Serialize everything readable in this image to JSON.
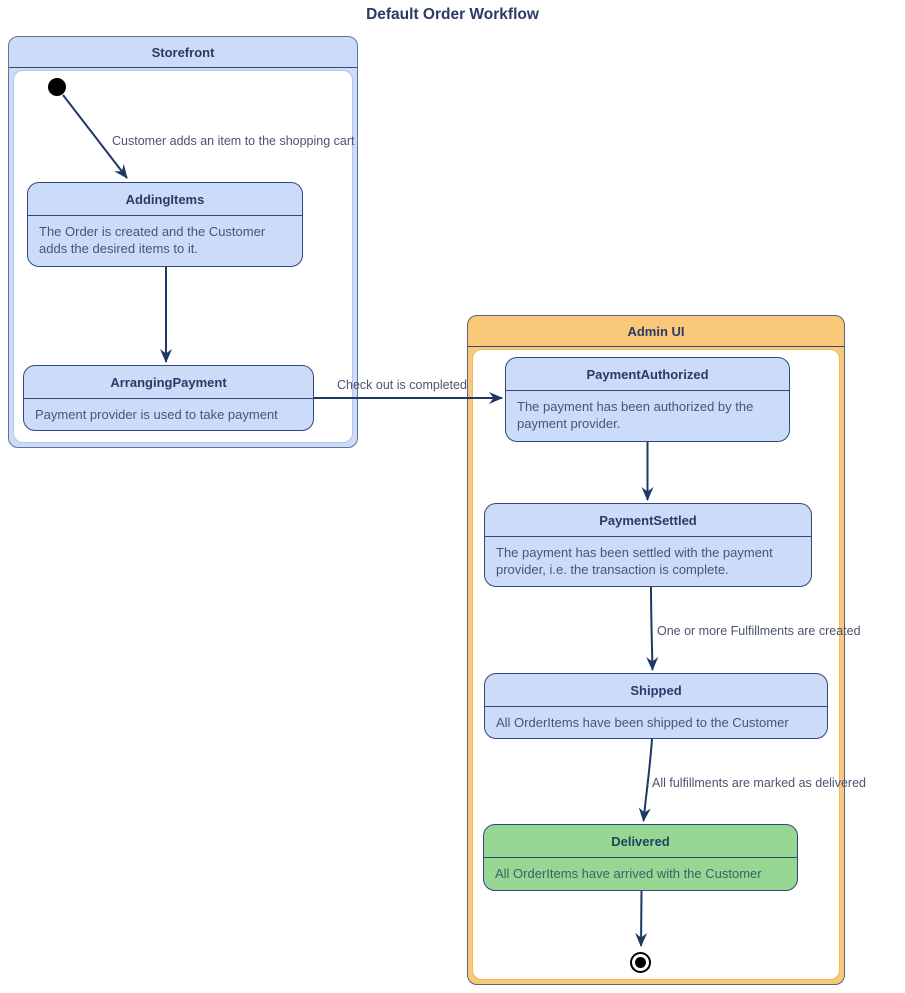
{
  "diagram": {
    "title": "Default Order Workflow",
    "type": "state-diagram"
  },
  "containers": {
    "storefront": {
      "label": "Storefront"
    },
    "admin_ui": {
      "label": "Admin UI"
    }
  },
  "states": {
    "adding_items": {
      "name": "AddingItems",
      "description": "The Order is created and the Customer adds the desired items to it."
    },
    "arranging_payment": {
      "name": "ArrangingPayment",
      "description": "Payment provider is used to take payment"
    },
    "payment_authorized": {
      "name": "PaymentAuthorized",
      "description": "The payment has been authorized by the payment provider."
    },
    "payment_settled": {
      "name": "PaymentSettled",
      "description": "The payment has been settled with the payment provider, i.e. the transaction is complete."
    },
    "shipped": {
      "name": "Shipped",
      "description": "All OrderItems have been shipped to the Customer"
    },
    "delivered": {
      "name": "Delivered",
      "description": "All OrderItems have arrived with the Customer"
    }
  },
  "transitions": {
    "start_to_adding_items": {
      "from": "(start)",
      "to": "AddingItems",
      "label": "Customer adds an item to the shopping cart"
    },
    "adding_items_to_arranging_payment": {
      "from": "AddingItems",
      "to": "ArrangingPayment",
      "label": ""
    },
    "arranging_payment_to_payment_authorized": {
      "from": "ArrangingPayment",
      "to": "PaymentAuthorized",
      "label": "Check out is completed"
    },
    "payment_authorized_to_payment_settled": {
      "from": "PaymentAuthorized",
      "to": "PaymentSettled",
      "label": ""
    },
    "payment_settled_to_shipped": {
      "from": "PaymentSettled",
      "to": "Shipped",
      "label": "One or more Fulfillments are created"
    },
    "shipped_to_delivered": {
      "from": "Shipped",
      "to": "Delivered",
      "label": "All fulfillments are marked as delivered"
    },
    "delivered_to_end": {
      "from": "Delivered",
      "to": "(end)",
      "label": ""
    }
  },
  "colors": {
    "state_fill": "#ccdcf8",
    "state_border": "#33477b",
    "delivered_fill": "#95d793",
    "storefront_header_fill": "#ccdcf8",
    "admin_header_fill": "#f9c879",
    "arrow": "#1f3864",
    "body_text": "#4a556d",
    "heading_text": "#2b3a66"
  }
}
